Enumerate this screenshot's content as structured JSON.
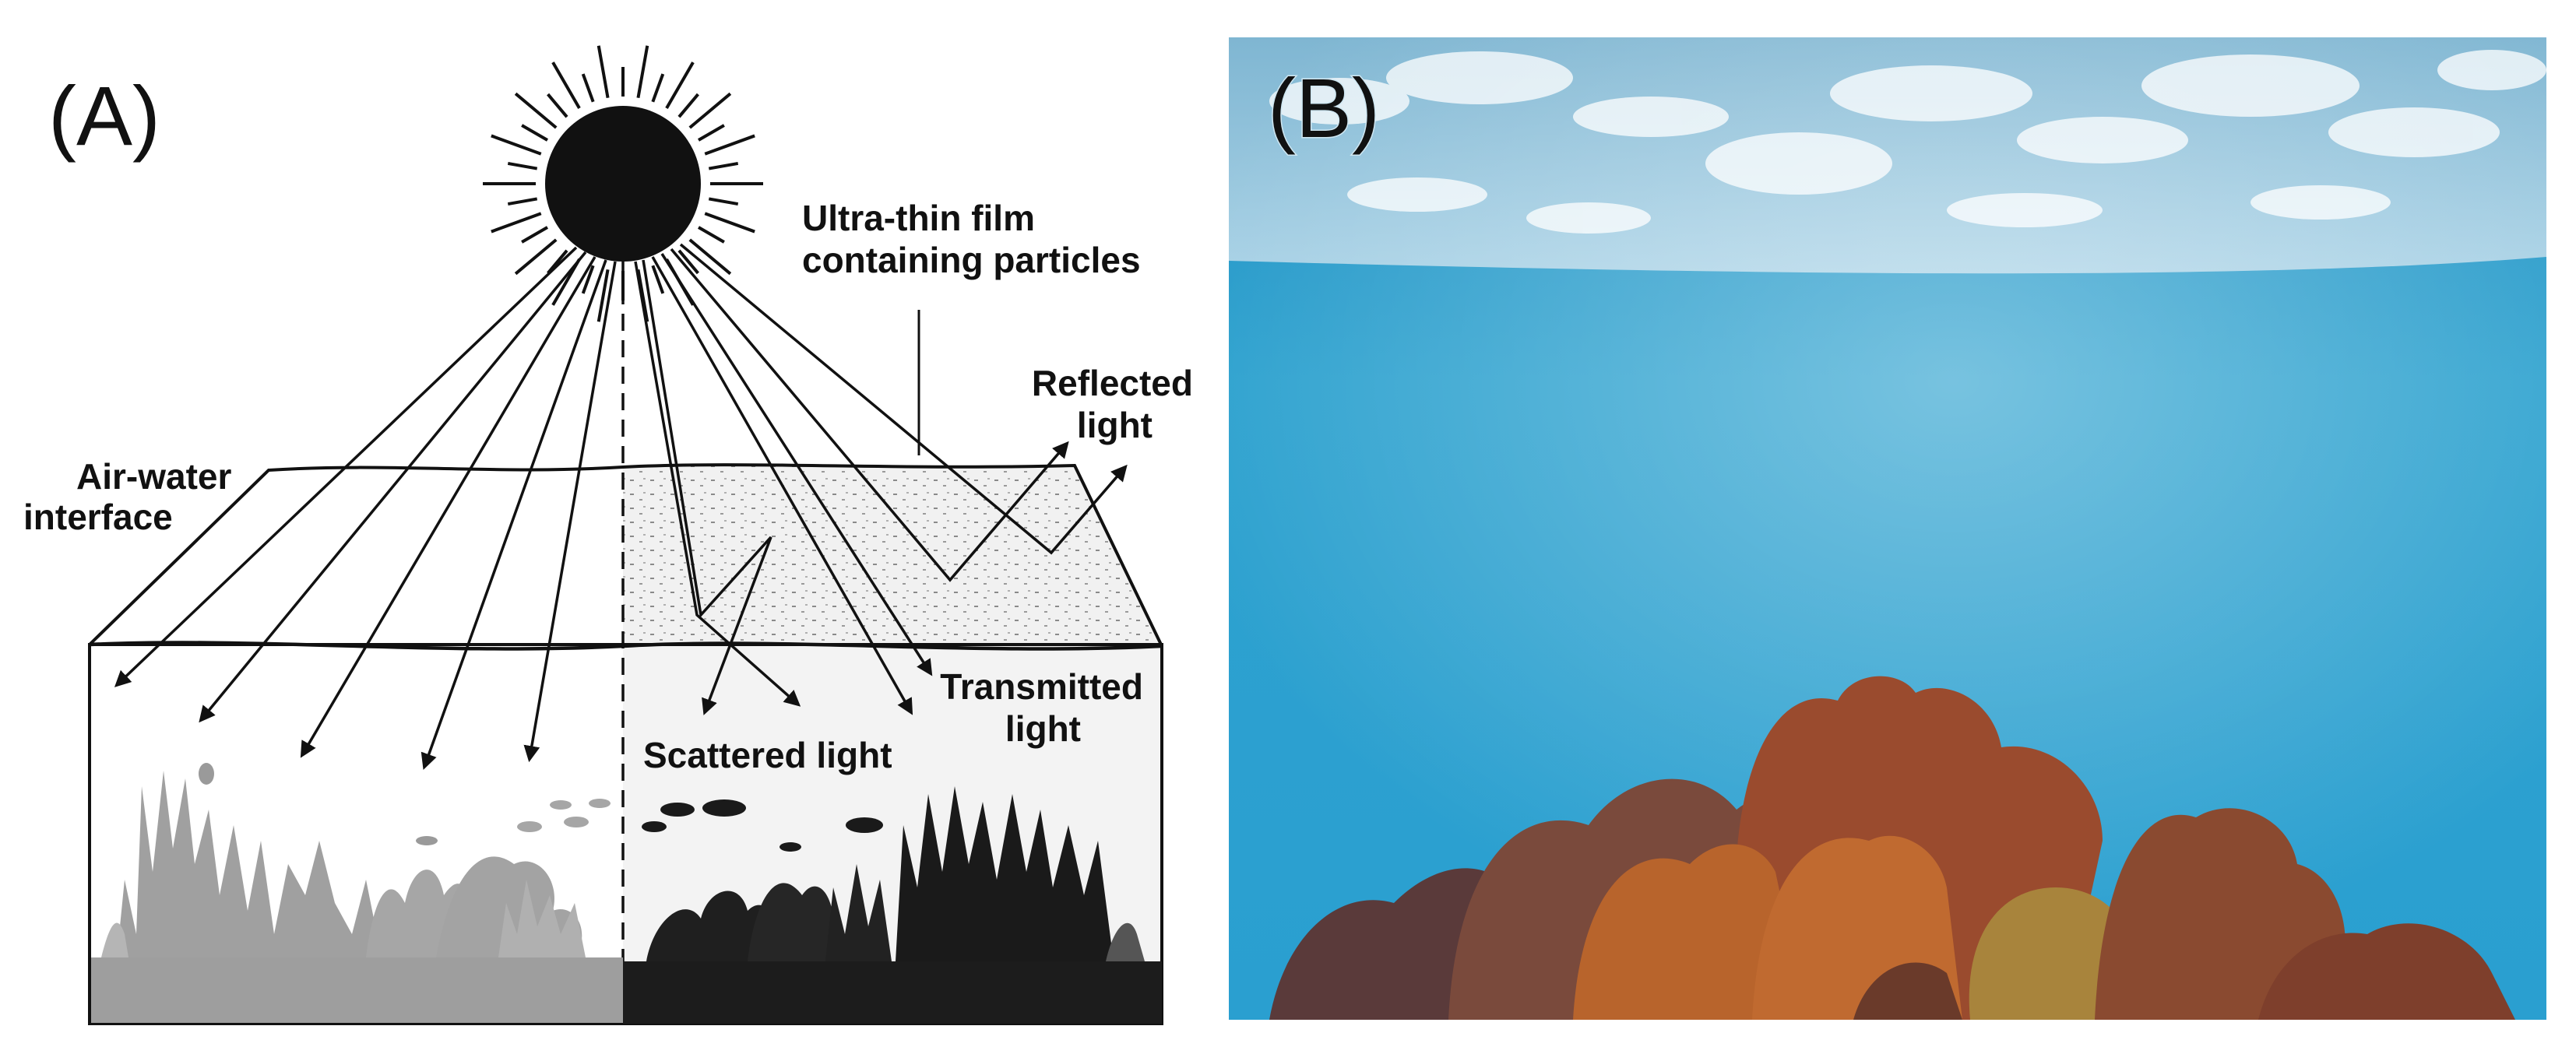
{
  "panels": {
    "a": {
      "letter": "(A)",
      "labels": {
        "air_water_line1": "Air-water",
        "air_water_line2": "interface",
        "film_line1": "Ultra-thin film",
        "film_line2": "containing particles",
        "reflected_line1": "Reflected",
        "reflected_line2": "light",
        "transmitted_line1": "Transmitted",
        "transmitted_line2": "light",
        "scattered": "Scattered light"
      }
    },
    "b": {
      "letter": "(B)"
    }
  },
  "icons": [
    "sun-icon",
    "fish-icon",
    "coral-icon"
  ],
  "colors": {
    "ink": "#111111",
    "reef_left": "#a0a0a0",
    "reef_right": "#1c1c1c",
    "film_fill": "#eeeeee",
    "water_blue": "#2ea2cf",
    "coral_brown": "#9a4b2e",
    "coral_orange": "#b8642c"
  }
}
